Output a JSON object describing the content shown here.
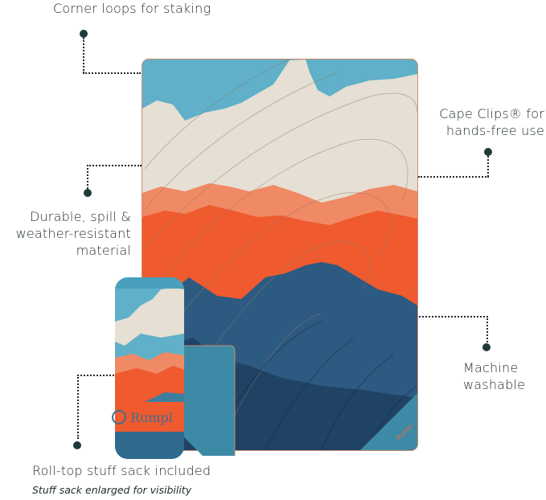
{
  "callouts": {
    "corner_loops": {
      "label": "Corner loops for staking"
    },
    "cape_clips": {
      "line1": "Cape Clips® for",
      "line2": "hands-free use"
    },
    "durable": {
      "line1": "Durable, spill &",
      "line2": "weather-resistant",
      "line3": "material"
    },
    "machine_washable": {
      "line1": "Machine",
      "line2": "washable"
    },
    "stuff_sack": {
      "label": "Roll-top stuff sack included",
      "note": "Stuff sack enlarged for visibility"
    }
  },
  "product": {
    "brand_label": "Rumpl",
    "corner_tag": "Rumpl",
    "colors": {
      "sky_blue": "#5fb0c8",
      "cream": "#e6dfd3",
      "orange": "#ef5a2f",
      "salmon": "#f08a64",
      "navy": "#234a6d",
      "teal": "#3d8aa6",
      "trim": "#c98a6c",
      "dot": "#1f3a3a"
    }
  }
}
